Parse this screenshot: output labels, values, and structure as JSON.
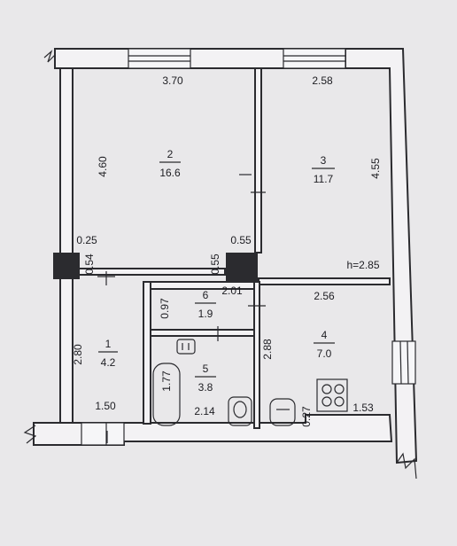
{
  "rooms": [
    {
      "number": "2",
      "area": "16.6"
    },
    {
      "number": "3",
      "area": "11.7"
    },
    {
      "number": "1",
      "area": "4.2"
    },
    {
      "number": "6",
      "area": "1.9"
    },
    {
      "number": "5",
      "area": "3.8"
    },
    {
      "number": "4",
      "area": "7.0"
    }
  ],
  "dimensions": {
    "room2_width": "3.70",
    "room3_width": "2.58",
    "room2_depth": "4.60",
    "room3_depth": "4.55",
    "pier_left": "0.25",
    "pier_mid": "0.55",
    "pier_left_vertical": "0.54",
    "pier_mid_vertical": "0.55",
    "ceiling_height": "h=2.85",
    "hall_width": "2.01",
    "kitchen_width": "2.56",
    "hall_depth": "0.97",
    "bath_depth": "1.77",
    "bath_width": "2.14",
    "kitchen_depth": "2.88",
    "room1_depth": "2.80",
    "room1_width": "1.50",
    "wall_small": "0.27",
    "stove_width": "1.53"
  }
}
